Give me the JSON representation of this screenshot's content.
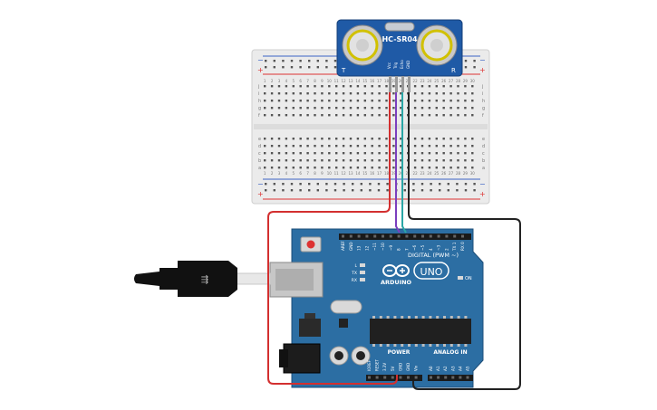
{
  "sensor": {
    "label": "HC-SR04",
    "pins": [
      "Vcc",
      "Trig",
      "Echo",
      "GND"
    ],
    "corner_left": "T",
    "corner_right": "R"
  },
  "breadboard": {
    "rail_plus": "+",
    "rail_minus": "−",
    "row_letters_top": [
      "j",
      "i",
      "h",
      "g",
      "f"
    ],
    "row_letters_bottom": [
      "e",
      "d",
      "c",
      "b",
      "a"
    ],
    "column_numbers": [
      "1",
      "2",
      "3",
      "4",
      "5",
      "6",
      "7",
      "8",
      "9",
      "10",
      "11",
      "12",
      "13",
      "14",
      "15",
      "16",
      "17",
      "18",
      "19",
      "20",
      "21",
      "22",
      "23",
      "24",
      "25",
      "26",
      "27",
      "28",
      "29",
      "30"
    ]
  },
  "arduino": {
    "brand": "ARDUINO",
    "model": "UNO",
    "digital_label": "DIGITAL (PWM ~)",
    "power_label": "POWER",
    "analog_label": "ANALOG IN",
    "on_label": "ON",
    "led_labels": [
      "L",
      "TX",
      "RX"
    ],
    "digital_pins": [
      "AREF",
      "GND",
      "13",
      "12",
      "~11",
      "~10",
      "~9",
      "8",
      "7",
      "~6",
      "~5",
      "4",
      "~3",
      "2",
      "TX 1",
      "RX 0"
    ],
    "power_pins": [
      "IOREF",
      "RESET",
      "3.3V",
      "5V",
      "GND",
      "GND",
      "Vin"
    ],
    "analog_pins": [
      "A0",
      "A1",
      "A2",
      "A3",
      "A4",
      "A5"
    ]
  },
  "wires": {
    "vcc_color": "#d32f2f",
    "trig_color": "#7b3fbf",
    "echo_color": "#2aa6a6",
    "gnd_color": "#222222"
  },
  "colors": {
    "board": "#2c6ea3",
    "sensor": "#1f5aa6",
    "breadboard": "#ebebeb"
  }
}
